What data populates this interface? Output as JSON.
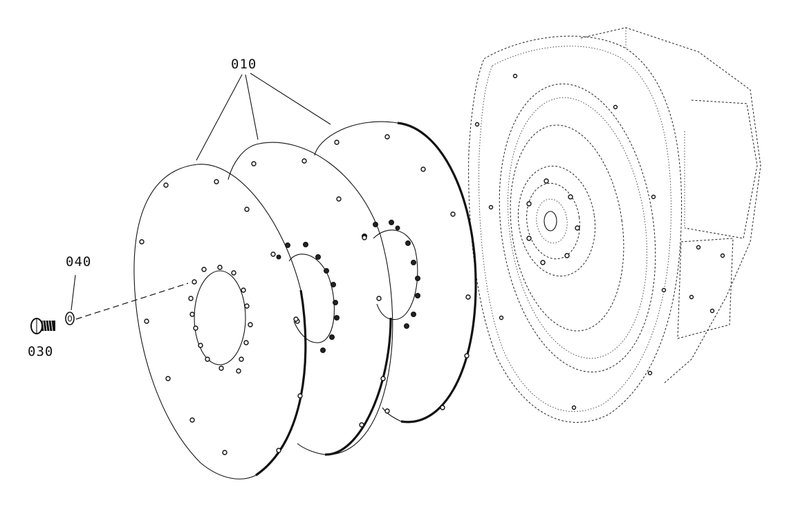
{
  "callouts": {
    "part_010": "010",
    "part_040": "040",
    "part_030": "030"
  },
  "colors": {
    "line": "#111111",
    "background": "#ffffff"
  }
}
